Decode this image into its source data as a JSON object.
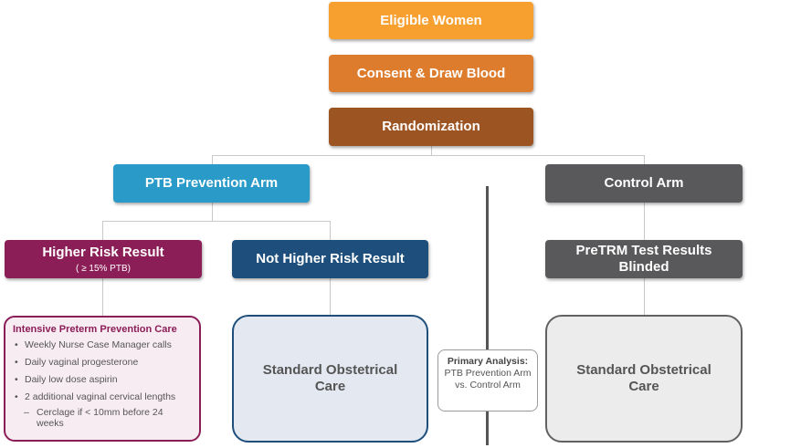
{
  "nodes": {
    "eligible": "Eligible Women",
    "consent": "Consent & Draw Blood",
    "randomization": "Randomization",
    "ptb_arm": "PTB Prevention Arm",
    "control_arm": "Control Arm",
    "higher_risk": "Higher Risk Result",
    "higher_risk_sub": "( ≥ 15% PTB)",
    "not_higher_risk": "Not Higher Risk Result",
    "pretrm_line1": "PreTRM Test Results",
    "pretrm_line2": "Blinded",
    "standard_care_left": "Standard Obstetrical Care",
    "standard_care_right": "Standard Obstetrical Care"
  },
  "intensive_care": {
    "title": "Intensive Preterm Prevention Care",
    "bullet_symbol": "•",
    "items": [
      "Weekly Nurse Case Manager calls",
      "Daily vaginal progesterone",
      "Daily low dose aspirin",
      "2 additional vaginal cervical lengths"
    ],
    "dash_symbol": "–",
    "subitem": "Cerclage if < 10mm before 24 weeks"
  },
  "primary_analysis": {
    "title": "Primary Analysis:",
    "text": "PTB Prevention Arm vs. Control Arm"
  },
  "colors": {
    "eligible": "#f7a030",
    "consent": "#de7c2e",
    "randomization": "#9c5422",
    "ptb_arm": "#2a9bc8",
    "higher_risk": "#8b1d57",
    "not_higher_risk": "#1e4f7c",
    "control": "#59595b",
    "care_left_border": "#1e4f7c",
    "care_left_fill": "#e4e9f1",
    "care_right_border": "#616161",
    "care_right_fill": "#ececec"
  }
}
